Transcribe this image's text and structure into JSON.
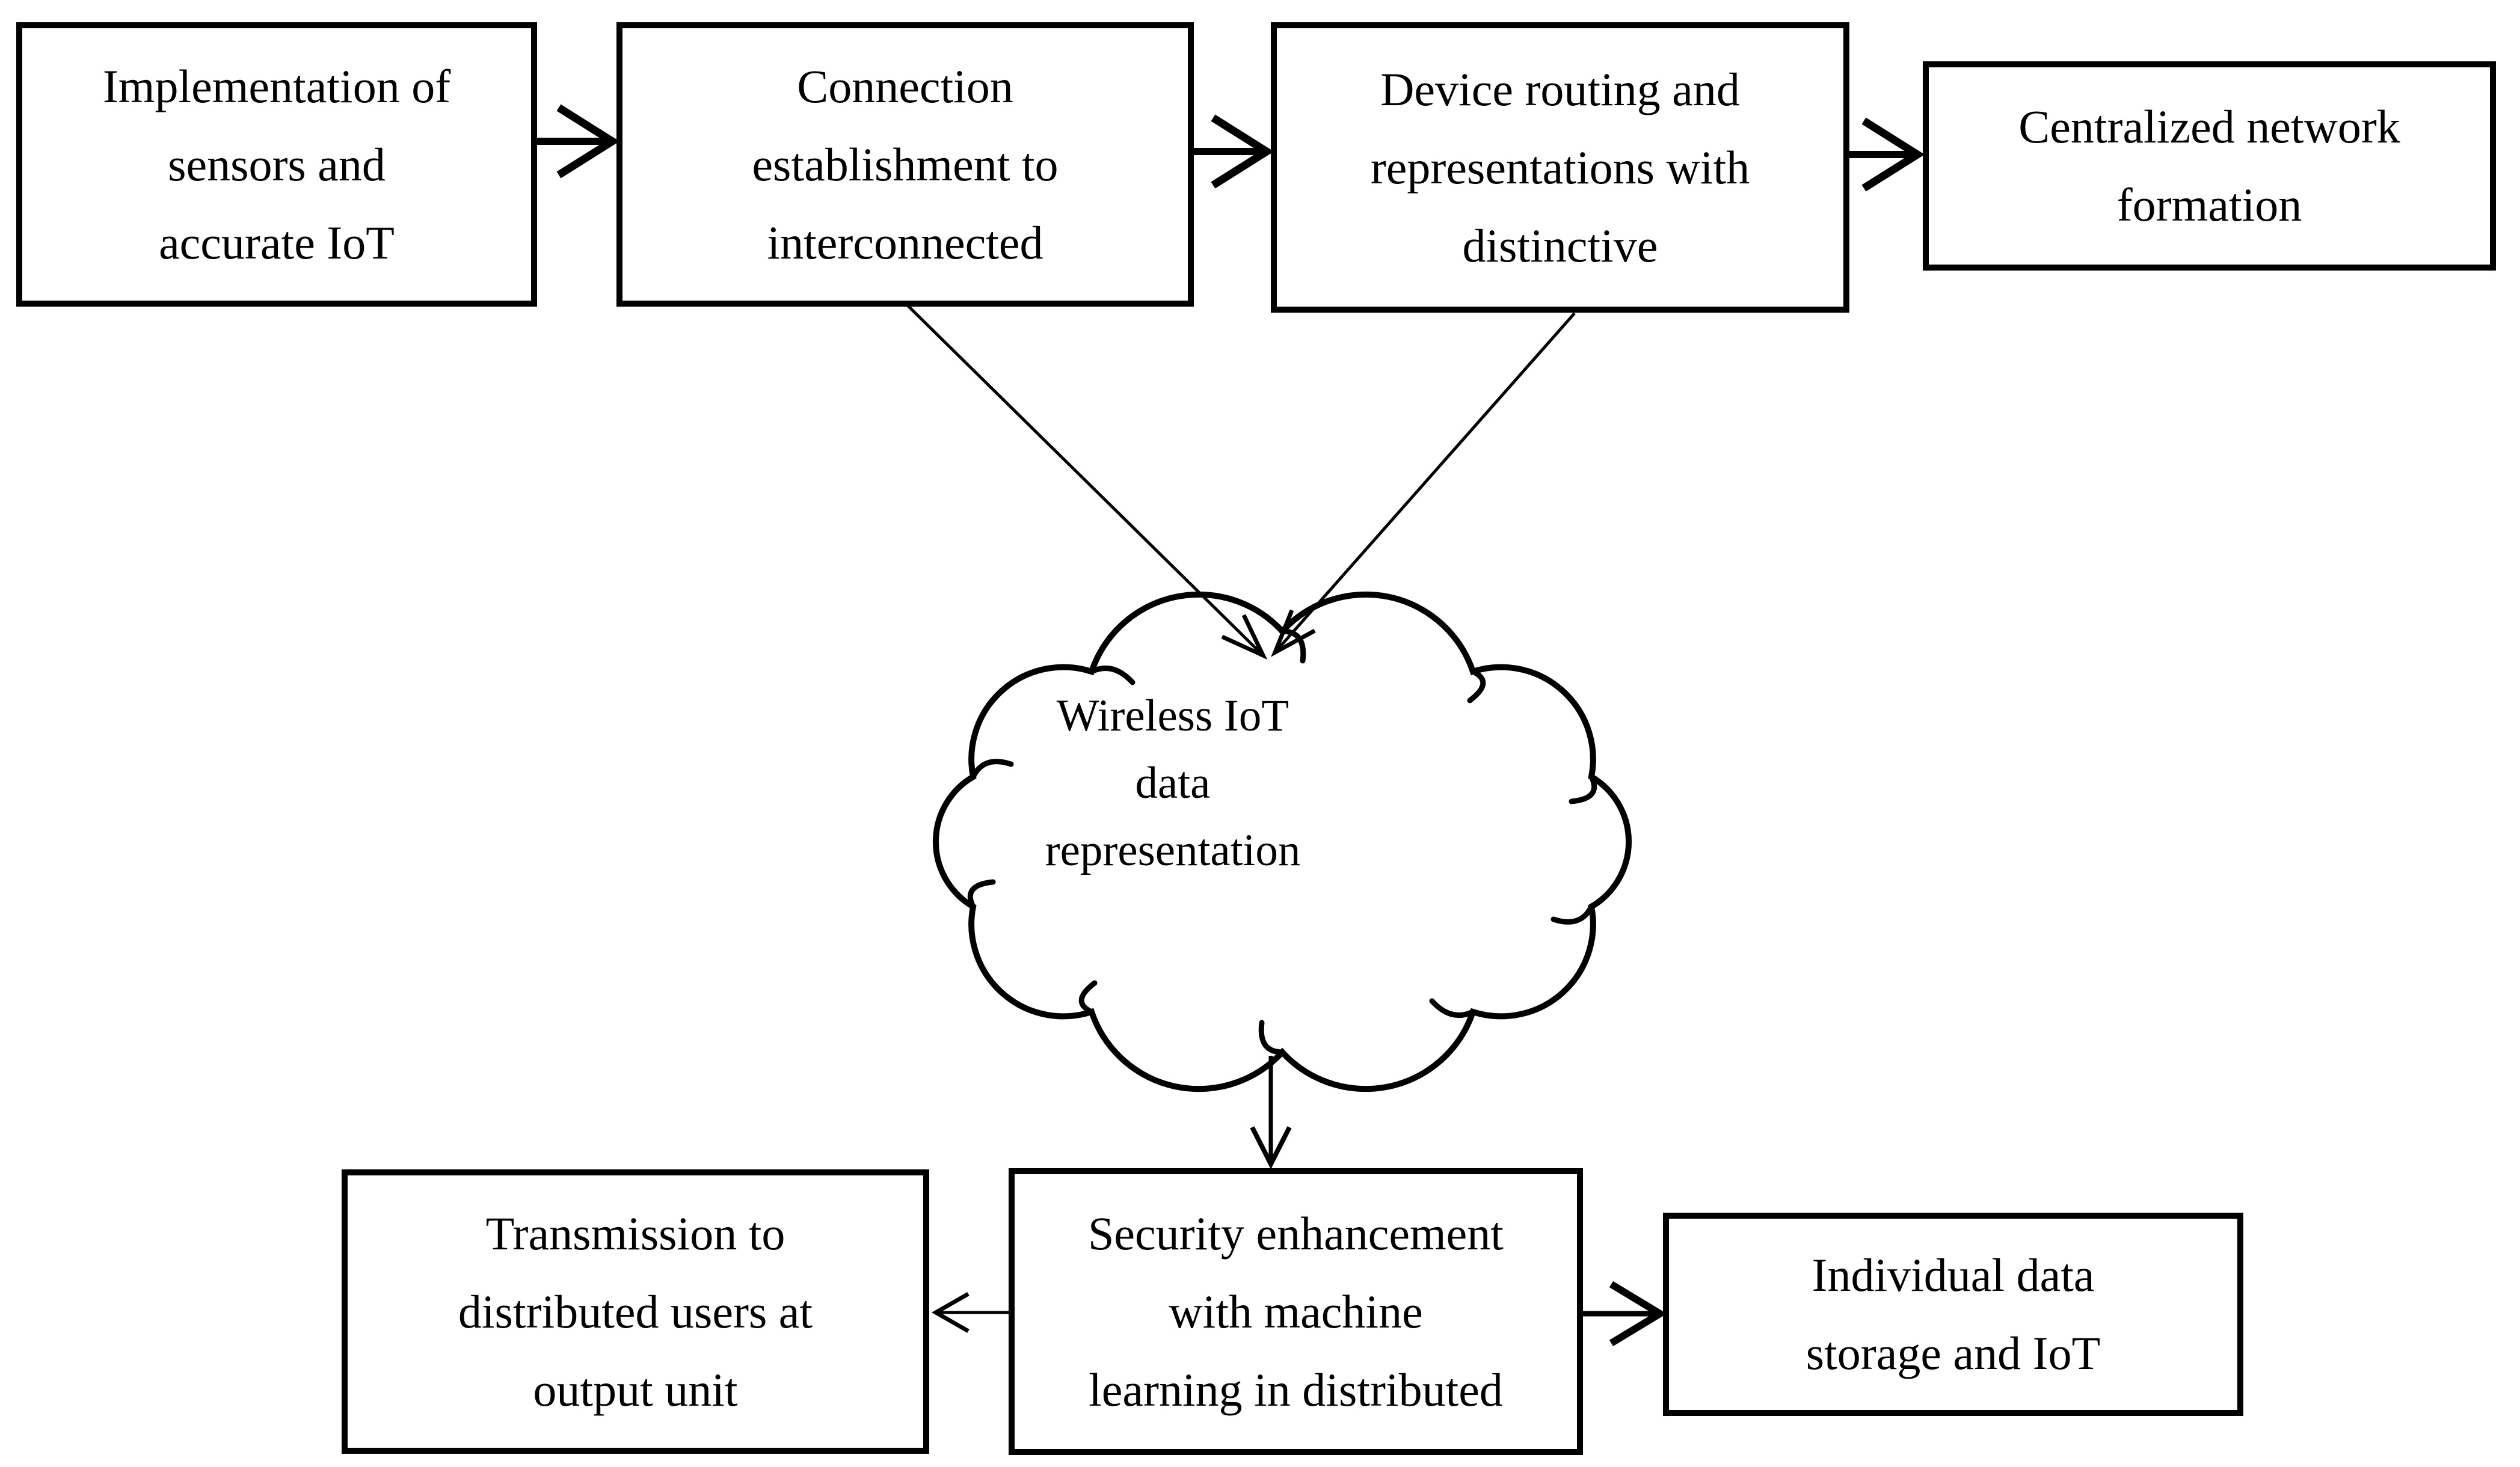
{
  "figure": {
    "colors": {
      "ink": "#000000",
      "paper": "#ffffff"
    },
    "nodes": {
      "implementation": {
        "lines": [
          "Implementation of",
          "sensors and",
          "accurate IoT"
        ]
      },
      "connection": {
        "lines": [
          "Connection",
          "establishment to",
          "interconnected"
        ]
      },
      "routing": {
        "lines": [
          "Device routing and",
          "representations with",
          "distinctive"
        ]
      },
      "centralized": {
        "lines": [
          "Centralized network",
          "formation"
        ]
      },
      "cloud": {
        "lines": [
          "Wireless IoT",
          "data",
          "representation"
        ]
      },
      "transmission": {
        "lines": [
          "Transmission to",
          "distributed users at",
          "output unit"
        ]
      },
      "security": {
        "lines": [
          "Security enhancement",
          "with machine",
          "learning in distributed"
        ]
      },
      "storage": {
        "lines": [
          "Individual data",
          "storage and IoT"
        ]
      }
    },
    "edges": [
      {
        "from": "implementation",
        "to": "connection"
      },
      {
        "from": "connection",
        "to": "routing"
      },
      {
        "from": "routing",
        "to": "centralized"
      },
      {
        "from": "connection",
        "to": "cloud"
      },
      {
        "from": "routing",
        "to": "cloud"
      },
      {
        "from": "cloud",
        "to": "security"
      },
      {
        "from": "security",
        "to": "transmission"
      },
      {
        "from": "security",
        "to": "storage"
      }
    ]
  }
}
